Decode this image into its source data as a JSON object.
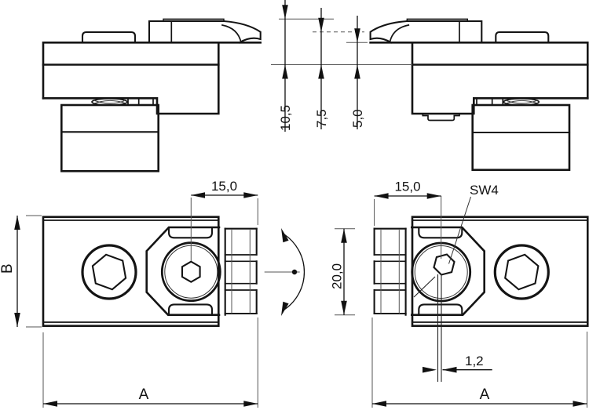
{
  "drawing": {
    "background": "#ffffff",
    "line_color": "#141414",
    "accent_gray": "#b3b3b3",
    "labels": {
      "height_105": "10,5",
      "height_75": "7,5",
      "height_50": "5,0",
      "width_15_left": "15,0",
      "width_15_right": "15,0",
      "height_20": "20,0",
      "slot_width": "1,2",
      "hex_key": "SW4",
      "length_a_left": "A",
      "length_a_right": "A",
      "width_b": "B"
    }
  }
}
